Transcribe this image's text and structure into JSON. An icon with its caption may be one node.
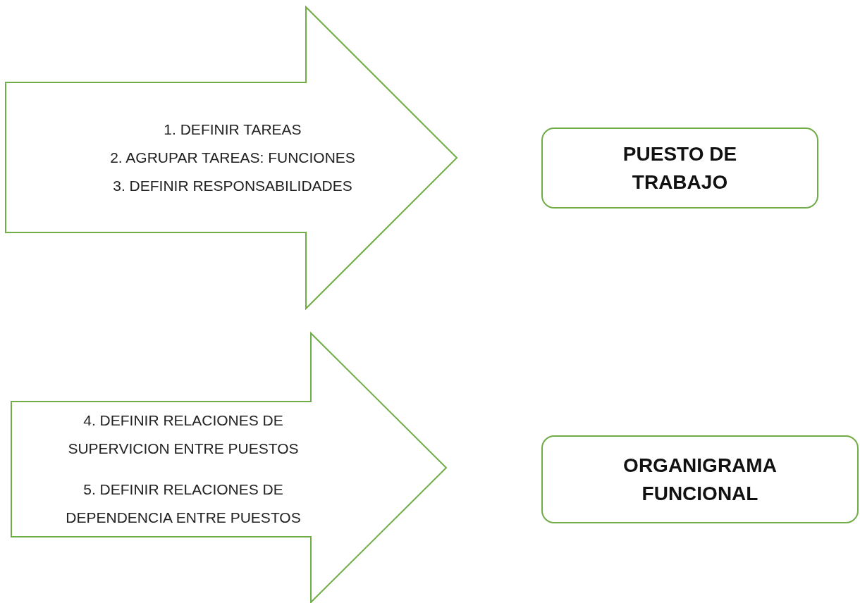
{
  "diagram": {
    "nodes": [
      {
        "text": [
          "1. DEFINIR TAREAS",
          "2. AGRUPAR TAREAS: FUNCIONES",
          "3. DEFINIR RESPONSABILIDADES"
        ]
      },
      {
        "text": [
          "PUESTO DE TRABAJO"
        ]
      },
      {
        "text": [
          "4. DEFINIR RELACIONES DE SUPERVICION ENTRE PUESTOS",
          "5. DEFINIR RELACIONES DE DEPENDENCIA ENTRE PUESTOS"
        ]
      },
      {
        "text": [
          "ORGANIGRAMA FUNCIONAL"
        ]
      }
    ],
    "edges": []
  }
}
